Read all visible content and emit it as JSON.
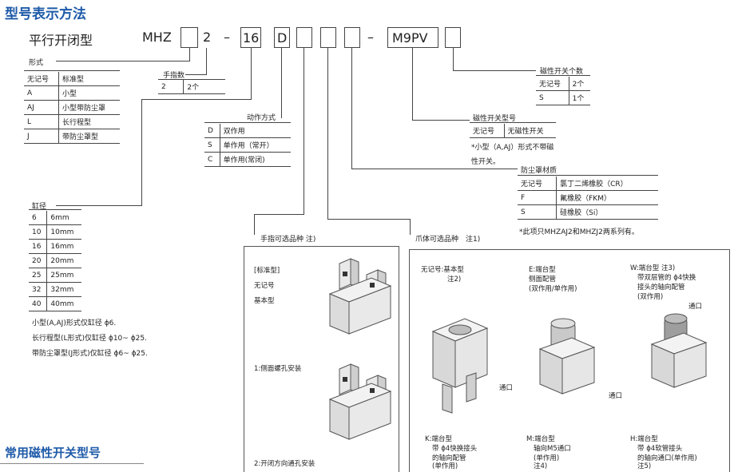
{
  "title": "型号表示方法",
  "subtitle": "平行开闭型",
  "model": {
    "p1": "MHZ",
    "p2": "2",
    "dash1": "–",
    "p3": "16",
    "p4": "D",
    "dash2": "–",
    "p5": "M9PV"
  },
  "form": {
    "label": "形式",
    "rows": [
      [
        "无记号",
        "标准型"
      ],
      [
        "A",
        "小型"
      ],
      [
        "AJ",
        "小型带防尘罩"
      ],
      [
        "L",
        "长行程型"
      ],
      [
        "J",
        "带防尘罩型"
      ]
    ]
  },
  "fingers": {
    "label": "手指数",
    "rows": [
      [
        "2",
        "2个"
      ]
    ]
  },
  "action": {
    "label": "动作方式",
    "rows": [
      [
        "D",
        "双作用"
      ],
      [
        "S",
        "单作用（常开）"
      ],
      [
        "C",
        "单作用(常闭)"
      ]
    ]
  },
  "bore": {
    "label": "缸径",
    "rows": [
      [
        "6",
        "6mm"
      ],
      [
        "10",
        "10mm"
      ],
      [
        "16",
        "16mm"
      ],
      [
        "20",
        "20mm"
      ],
      [
        "25",
        "25mm"
      ],
      [
        "32",
        "32mm"
      ],
      [
        "40",
        "40mm"
      ]
    ],
    "notes": [
      "小型(A,AJ)形式仅缸径 ϕ6.",
      "长行程型(L形式)仅缸径 ϕ10~ ϕ25.",
      "带防尘罩型(J形式)仅缸径 ϕ6~ ϕ25."
    ]
  },
  "switch_count": {
    "label": "磁性开关个数",
    "rows": [
      [
        "无记号",
        "2个"
      ],
      [
        "S",
        "1个"
      ]
    ]
  },
  "switch_model": {
    "label": "磁性开关型号",
    "rows": [
      [
        "无记号",
        "无磁性开关"
      ]
    ],
    "note1": "*小型（A,AJ）形式不带磁",
    "note2": "性开关。"
  },
  "dust_cover": {
    "label": "防尘罩材质",
    "rows": [
      [
        "无记号",
        "氯丁二烯橡胶（CR）"
      ],
      [
        "F",
        "氟橡胶（FKM）"
      ],
      [
        "S",
        "硅橡胶（Si）"
      ]
    ],
    "note": "*此项只MHZAJ2和MHZJ2两系列有。"
  },
  "finger_options": {
    "label": "手指可选品种 注)",
    "std1": "[标准型]",
    "std2": "无记号",
    "std3": "基本型",
    "opt1": "1:侧面螺孔安装",
    "opt2": "2:开闭方向通孔安装"
  },
  "body_options": {
    "label": "爪体可选品种　注1)",
    "basic": [
      "无记号:基本型",
      "注2)"
    ],
    "e": [
      "E:端台型",
      "侧面配管",
      "(双作用/单作用)"
    ],
    "w": [
      "W:端台型 注3)",
      "带双层管的 ϕ4快换",
      "接头的轴向配管",
      "(双作用)"
    ],
    "k": [
      "K:端台型",
      "带 ϕ4快换接头",
      "的轴向配管",
      "(单作用)"
    ],
    "m": [
      "M:端台型",
      "轴向M5通口",
      "(单作用)",
      "注4)"
    ],
    "h": [
      "H:端台型",
      "带 ϕ4软管接头",
      "的轴向通口(单作用)",
      "注5)"
    ],
    "port": "通口"
  },
  "bottom_title": "常用磁性开关型号",
  "colors": {
    "title": "#1e5aa8",
    "line": "#444444"
  }
}
